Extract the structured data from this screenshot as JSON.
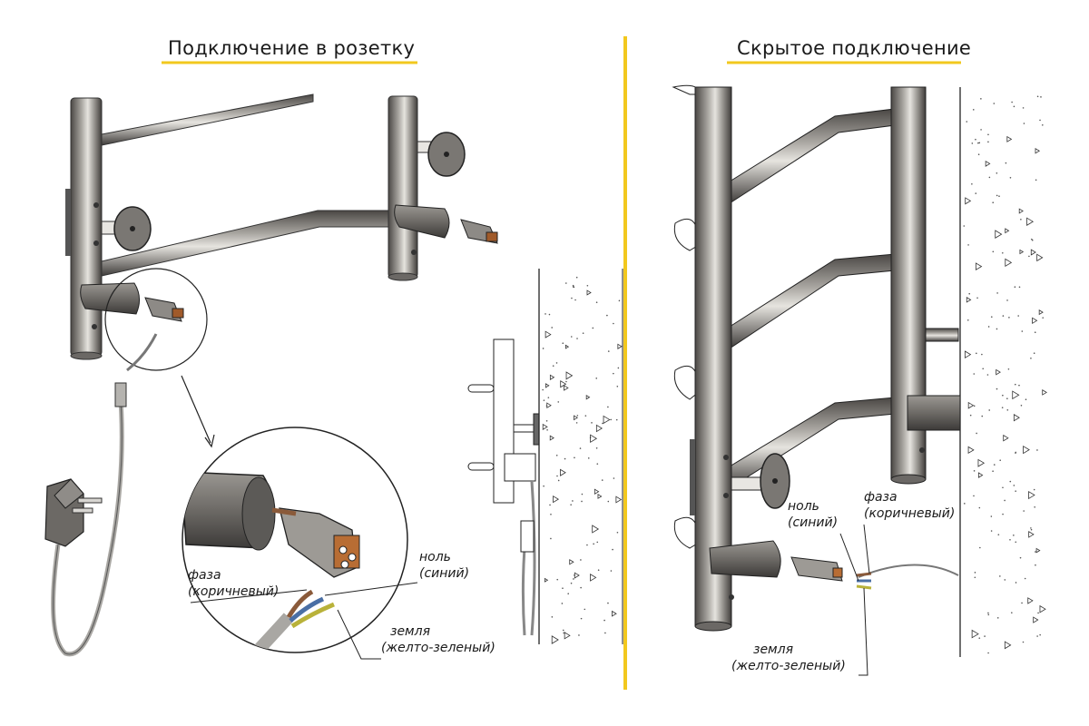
{
  "colors": {
    "accent": "#f2c81e",
    "steel": "#7d7a76",
    "phase_wire": "#8a5a3a",
    "neutral_wire": "#4a6fa5",
    "ground_wire": "#b9b23a"
  },
  "left_panel": {
    "title": "Подключение в розетку",
    "labels": {
      "neutral_1": "ноль",
      "neutral_2": "(синий)",
      "phase_1": "фаза",
      "phase_2": "(коричневый)",
      "ground_1": "земля",
      "ground_2": "(желто-зеленый)"
    }
  },
  "right_panel": {
    "title": "Скрытое подключение",
    "labels": {
      "neutral_1": "ноль",
      "neutral_2": "(синий)",
      "phase_1": "фаза",
      "phase_2": "(коричневый)",
      "ground_1": "земля",
      "ground_2": "(желто-зеленый)"
    }
  },
  "icons": [
    "plug-icon",
    "connector-icon",
    "wall-icon",
    "magnifier-circle-icon"
  ]
}
